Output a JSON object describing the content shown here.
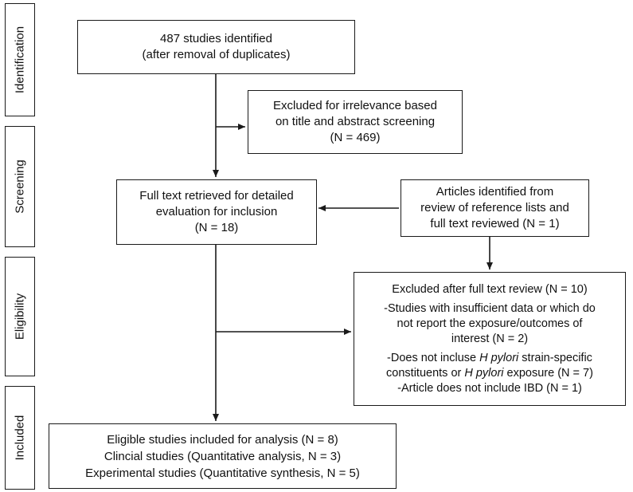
{
  "phases": {
    "identification": "Identification",
    "screening": "Screening",
    "eligibility": "Eligibility",
    "included": "Included"
  },
  "boxes": {
    "identified": {
      "lines": [
        "487 studies identified",
        "(after removal of duplicates)"
      ]
    },
    "excluded_irrelevance": {
      "lines": [
        "Excluded for irrelevance based",
        "on title and abstract screening",
        "(N = 469)"
      ]
    },
    "full_text": {
      "lines": [
        "Full text retrieved for detailed",
        "evaluation for inclusion",
        "(N = 18)"
      ]
    },
    "reference_lists": {
      "lines": [
        "Articles identified from",
        "review of reference lists and",
        "full text reviewed (N = 1)"
      ]
    },
    "excluded_full_text": {
      "title": "Excluded after full text review (N = 10)",
      "reason1_lines": [
        "-Studies with insufficient data or which do",
        "not report the exposure/outcomes of",
        "interest (N = 2)"
      ],
      "reason2_pre": "-Does not incluse ",
      "reason2_italic1": "H pylori",
      "reason2_post1": " strain-specific",
      "reason2_line2_pre": "constituents or ",
      "reason2_italic2": "H pylori",
      "reason2_post2": " exposure (N = 7)",
      "reason3": "-Article does not include IBD (N = 1)"
    },
    "included": {
      "lines": [
        "Eligible studies included for analysis (N = 8)",
        "Clincial studies (Quantitative analysis, N = 3)",
        "Experimental studies (Quantitative synthesis, N = 5)"
      ]
    }
  }
}
